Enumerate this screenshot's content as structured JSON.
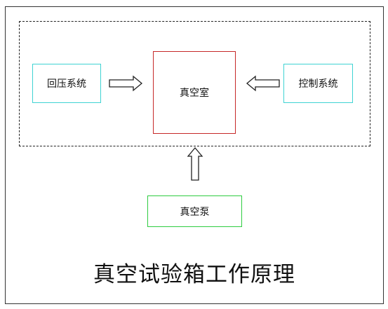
{
  "diagram": {
    "nodes": {
      "backpressure_system": "回压系统",
      "vacuum_chamber": "真空室",
      "control_system": "控制系统",
      "vacuum_pump": "真空泵"
    },
    "edges": [
      {
        "from": "backpressure_system",
        "to": "vacuum_chamber"
      },
      {
        "from": "control_system",
        "to": "vacuum_chamber"
      },
      {
        "from": "vacuum_pump",
        "to": "vacuum_chamber"
      }
    ],
    "caption": "真空试验箱工作原理"
  },
  "colors": {
    "outer_border": "#333333",
    "dashed_boundary": "#222222",
    "cyan_box": "#3fd3d3",
    "red_box": "#c62828",
    "green_box": "#2ecc40",
    "arrow_outline": "#222222"
  }
}
